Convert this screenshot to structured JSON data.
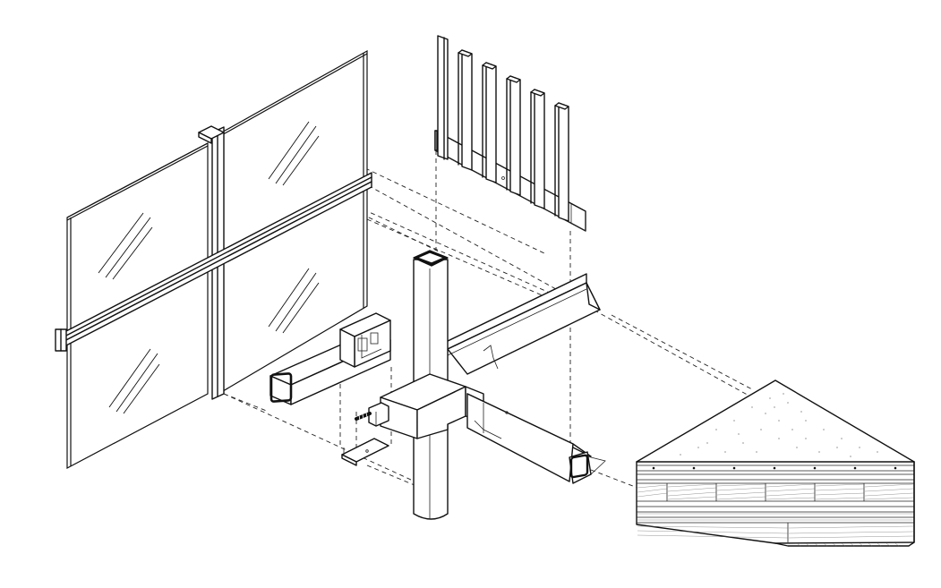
{
  "diagram": {
    "components": [
      {
        "name": "curtain-wall-glazing",
        "icon": "glass-panel-assembly"
      },
      {
        "name": "vertical-fins",
        "icon": "fin-array"
      },
      {
        "name": "square-tube-column",
        "icon": "steel-column"
      },
      {
        "name": "tube-connector-bracket",
        "icon": "connector-bracket"
      },
      {
        "name": "horizontal-beam",
        "icon": "steel-beam"
      },
      {
        "name": "cross-laminated-floor-panel",
        "icon": "clt-floor-section"
      }
    ],
    "colors": {
      "line": "#111111",
      "background": "#ffffff",
      "fill": "#ffffff"
    }
  }
}
